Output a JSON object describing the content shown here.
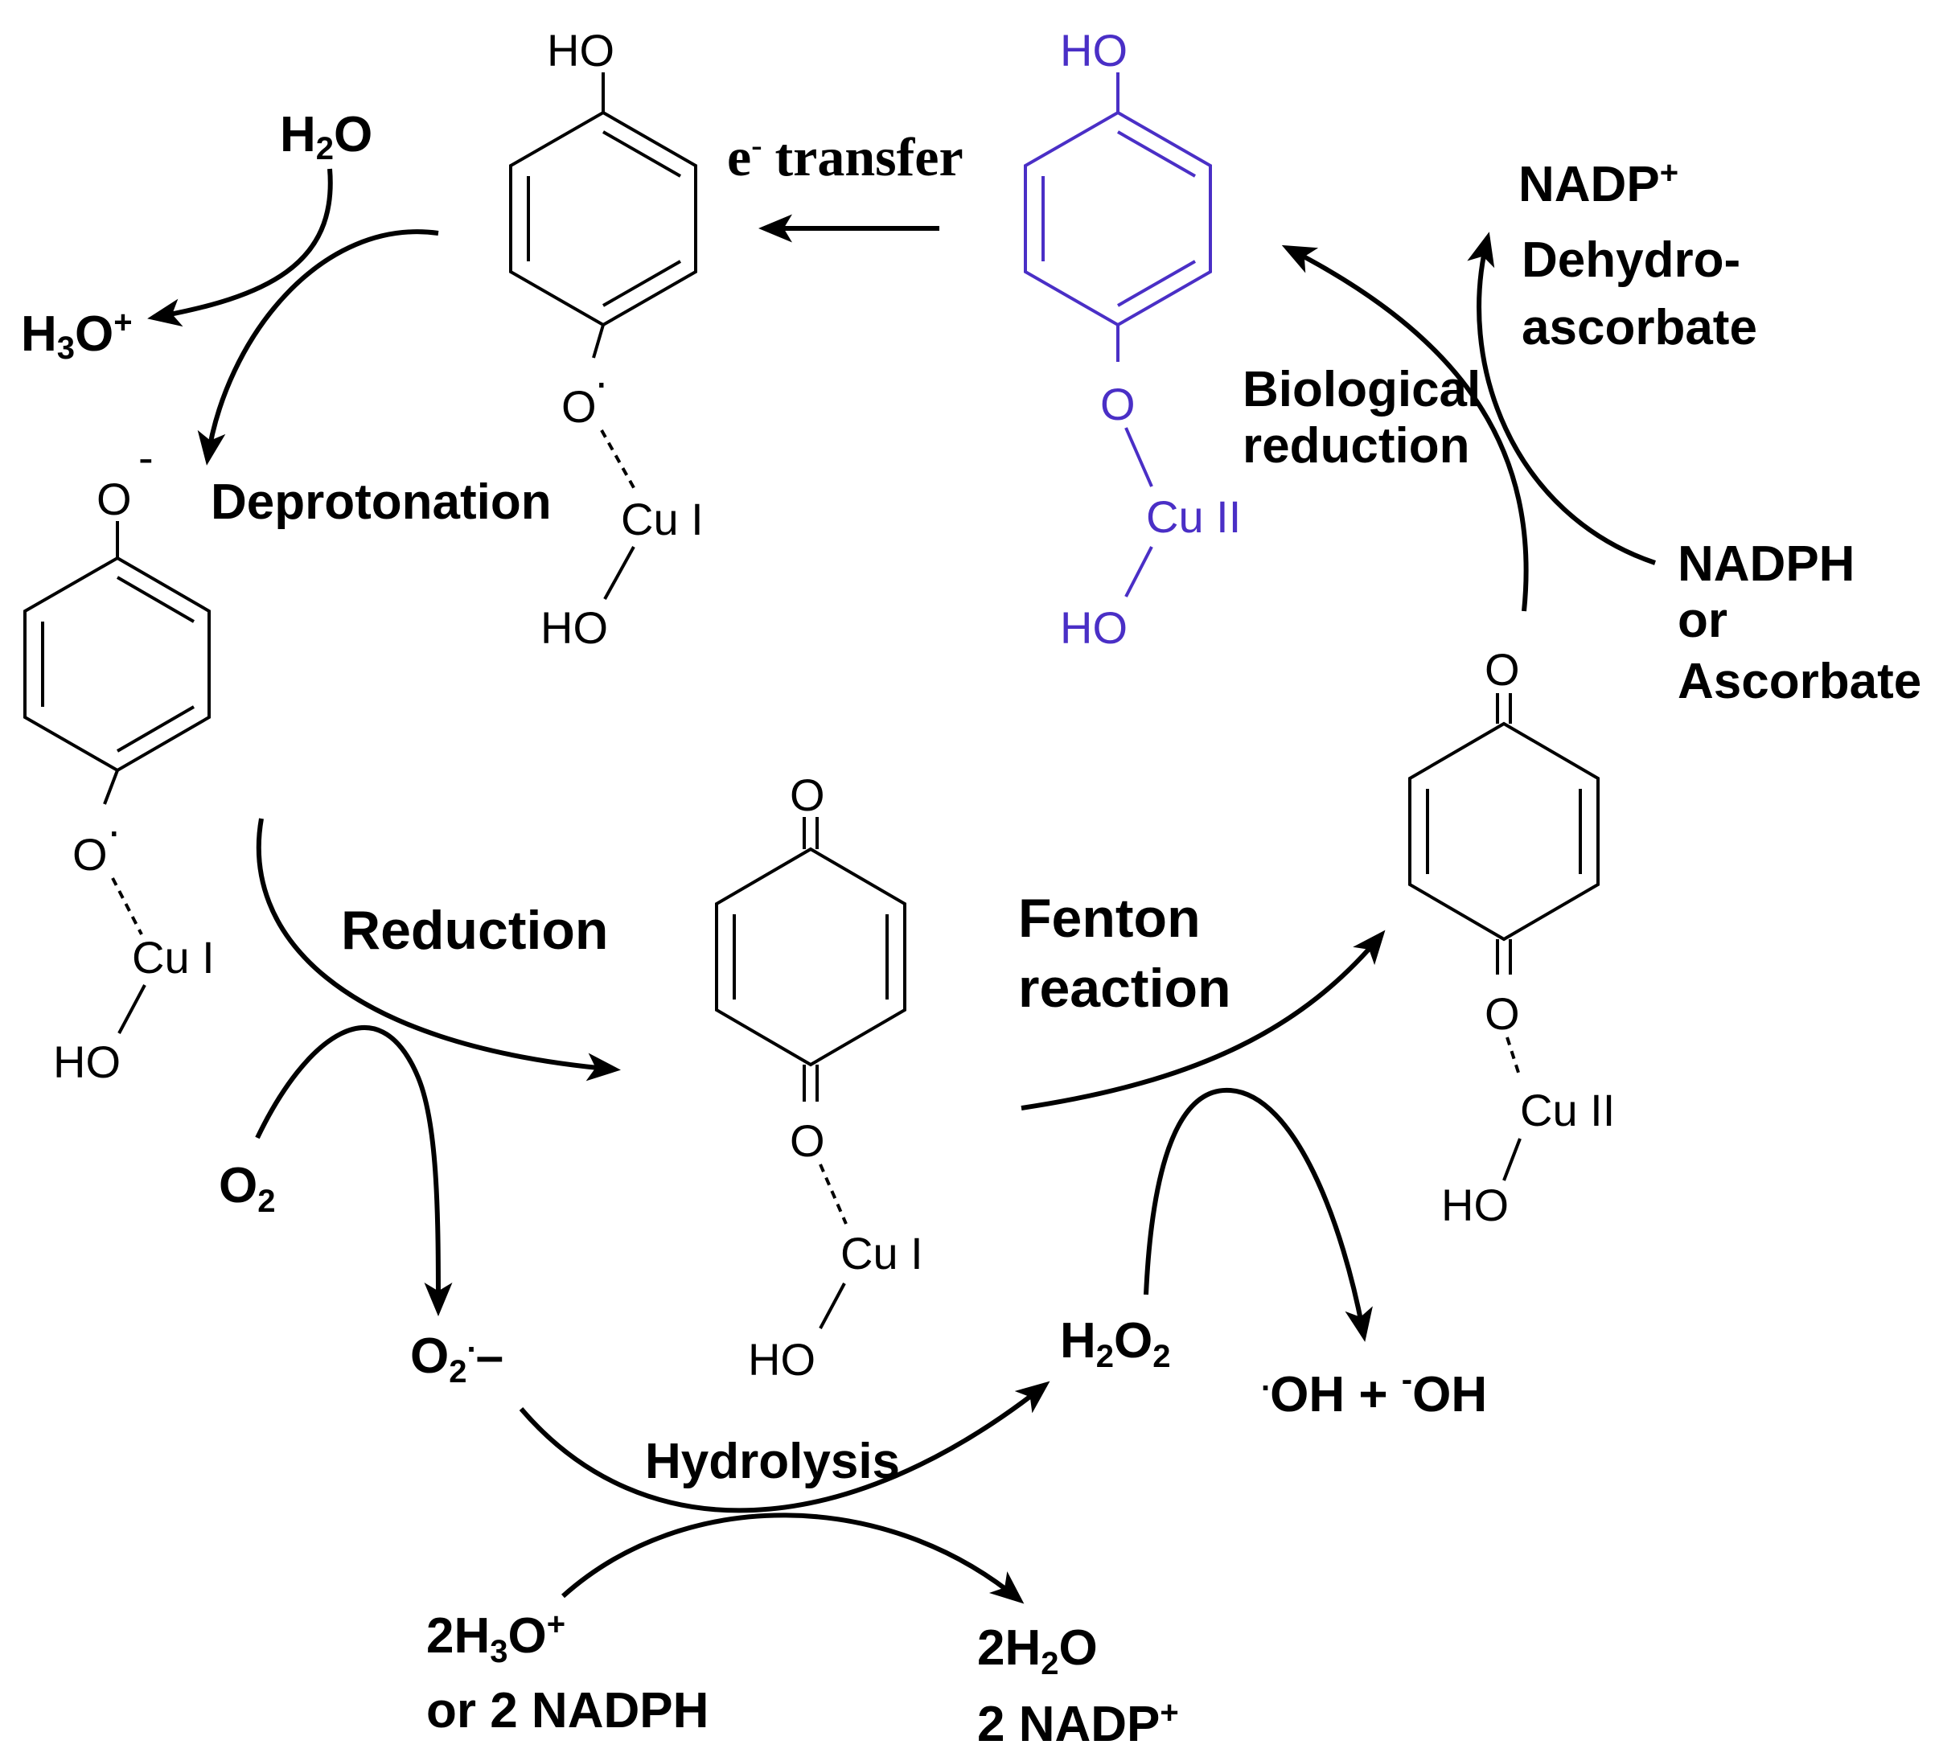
{
  "molecules": {
    "top_radical": {
      "oh": "HO",
      "o": "O",
      "o_charge": ".",
      "cu": "Cu I",
      "ho": "HO"
    },
    "top_cu2": {
      "oh": "HO",
      "o": "O",
      "cu": "Cu II",
      "ho": "HO"
    },
    "left_anion": {
      "o_top": "O",
      "o_top_charge": "-",
      "o": "O",
      "o_charge": ".",
      "cu": "Cu I",
      "ho": "HO"
    },
    "center_quinone": {
      "o_top": "O",
      "o": "O",
      "cu": "Cu I",
      "ho": "HO"
    },
    "right_quinone": {
      "o_top": "O",
      "o": "O",
      "cu": "Cu II",
      "ho": "HO"
    }
  },
  "labels": {
    "e_transfer": {
      "e": "e",
      "sup": "-",
      "rest": "transfer"
    },
    "h2o_top": {
      "a": "H",
      "sub": "2",
      "b": "O"
    },
    "h3o_plus": {
      "a": "H",
      "sub": "3",
      "b": "O",
      "sup": "+"
    },
    "deprotonation": "Deprotonation",
    "nadp_plus_top": {
      "a": "NADP",
      "sup": "+"
    },
    "dehydro_1": "Dehydro-",
    "dehydro_2": "ascorbate",
    "biological_1": "Biological",
    "biological_2": "reduction",
    "nadph_1": "NADPH",
    "nadph_2": "or",
    "nadph_3": "Ascorbate",
    "reduction": "Reduction",
    "fenton_1": "Fenton",
    "fenton_2": "reaction",
    "o2": {
      "a": "O",
      "sub": "2"
    },
    "superoxide": {
      "a": "O",
      "sub": "2",
      "sup": ".",
      "tail": "–"
    },
    "h2o2": {
      "a": "H",
      "sub1": "2",
      "b": "O",
      "sub2": "2"
    },
    "hydroxyl": {
      "dot": ".",
      "a": "OH + ",
      "minus": "-",
      "b": "OH"
    },
    "hydrolysis": "Hydrolysis",
    "reactant_1": {
      "a": "2H",
      "sub": "3",
      "b": "O",
      "sup": "+"
    },
    "reactant_2": "or 2 NADPH",
    "product_1": {
      "a": "2H",
      "sub": "2",
      "b": "O"
    },
    "product_2": {
      "a": "2 NADP",
      "sup": "+"
    }
  },
  "colors": {
    "highlight": "#4a2fc6",
    "ink": "#000000"
  }
}
